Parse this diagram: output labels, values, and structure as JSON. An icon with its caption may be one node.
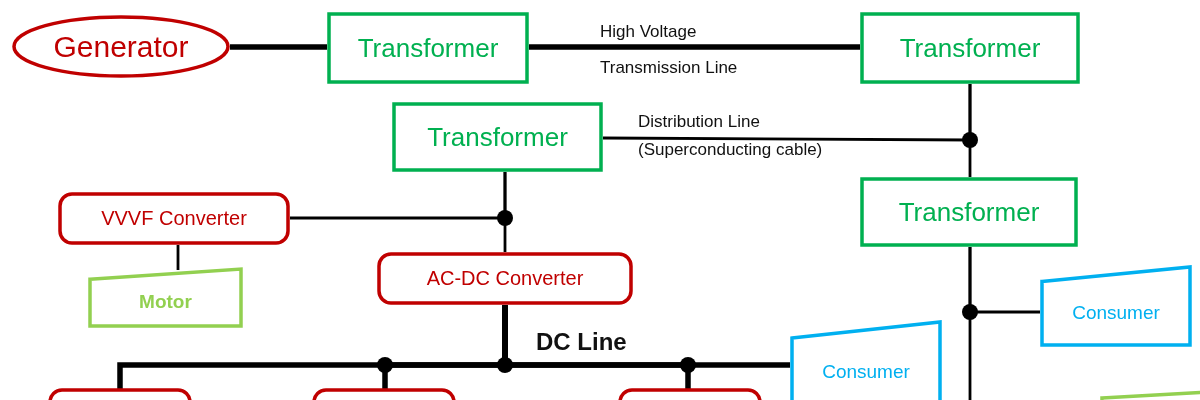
{
  "diagram": {
    "nodes": [
      {
        "text": [
          "Generator"
        ]
      },
      {
        "text": [
          "Transformer"
        ]
      },
      {
        "text": [
          "Transformer"
        ]
      },
      {
        "text": [
          "Transformer"
        ]
      },
      {
        "text": [
          "Transformer"
        ]
      },
      {
        "text": [
          "VVVF Converter"
        ]
      },
      {
        "text": [
          "Motor"
        ]
      },
      {
        "text": [
          "AC-DC Converter"
        ]
      },
      {
        "text": [
          "Consumer"
        ]
      },
      {
        "text": [
          "Consumer"
        ]
      },
      {
        "text": [],
        "shape": "box"
      },
      {
        "text": [],
        "shape": "box"
      },
      {
        "text": [],
        "shape": "box"
      },
      {
        "text": [],
        "shape": "box"
      }
    ],
    "edges": [
      {
        "from": 0,
        "to": 1,
        "arrow": "none",
        "style": "thick"
      },
      {
        "from": 1,
        "to": 2,
        "arrow": "none",
        "style": "thick",
        "label": "High Voltage Transmission Line"
      },
      {
        "from": 2,
        "to": 4,
        "arrow": "none"
      },
      {
        "from": 2,
        "to": 3,
        "arrow": "none",
        "label": "Distribution Line (Superconducting cable)"
      },
      {
        "from": 4,
        "to": 8,
        "arrow": "none"
      },
      {
        "from": 4,
        "to": null,
        "arrow": "none"
      },
      {
        "from": 3,
        "to": 5,
        "arrow": "none"
      },
      {
        "from": 3,
        "to": 7,
        "arrow": "none"
      },
      {
        "from": 5,
        "to": 6,
        "arrow": "none"
      },
      {
        "from": 7,
        "to": 9,
        "arrow": "none",
        "style": "thick",
        "label": "DC Line"
      },
      {
        "from": 7,
        "to": 10,
        "arrow": "none",
        "style": "thick"
      },
      {
        "from": 7,
        "to": 11,
        "arrow": "none",
        "style": "thick"
      },
      {
        "from": 7,
        "to": 12,
        "arrow": "none",
        "style": "thick"
      }
    ]
  }
}
